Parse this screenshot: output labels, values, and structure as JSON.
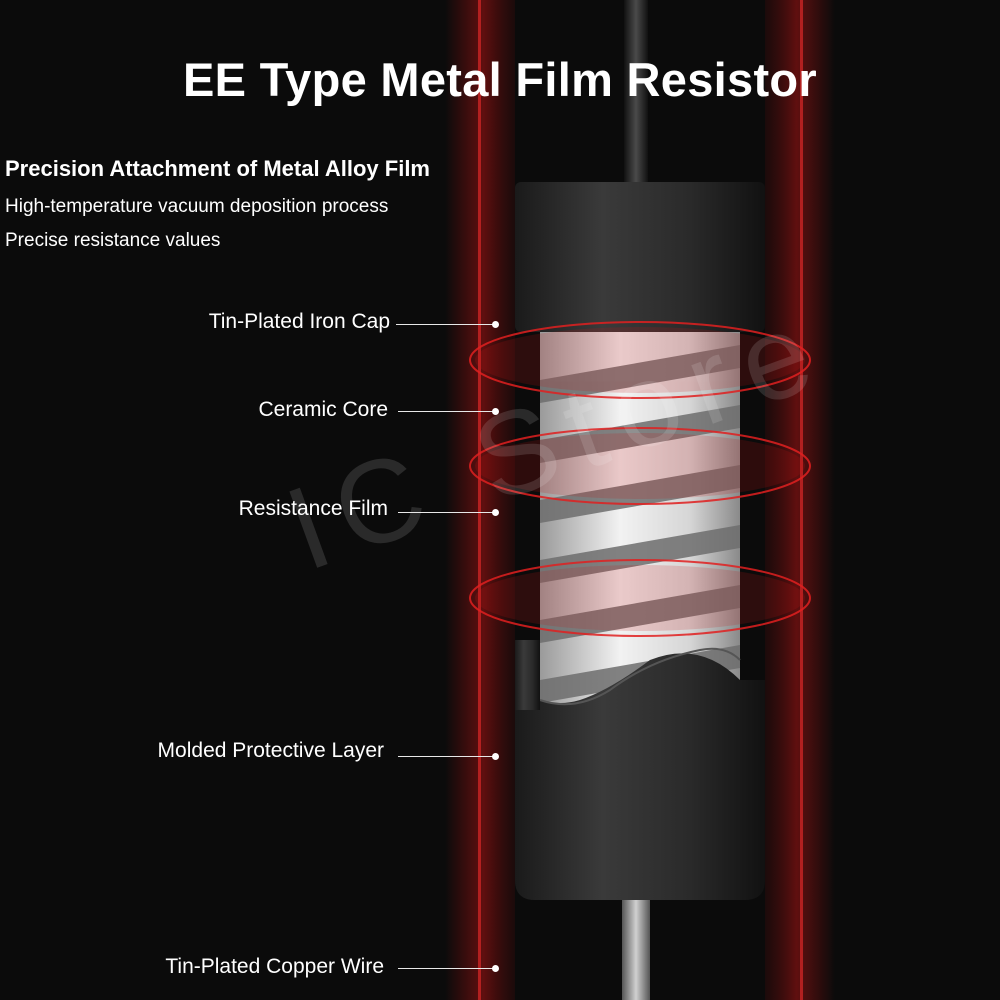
{
  "title": "EE Type Metal Film Resistor",
  "subheading": "Precision Attachment of Metal Alloy Film",
  "features": [
    "High-temperature vacuum deposition process",
    "Precise resistance values"
  ],
  "callouts": [
    "Tin-Plated Iron Cap",
    "Ceramic Core",
    "Resistance Film",
    "Molded Protective Layer",
    "Tin-Plated Copper Wire"
  ],
  "watermark": "IC Store",
  "colors": {
    "background": "#0b0b0b",
    "glow": "#c81414",
    "text": "#ffffff"
  }
}
